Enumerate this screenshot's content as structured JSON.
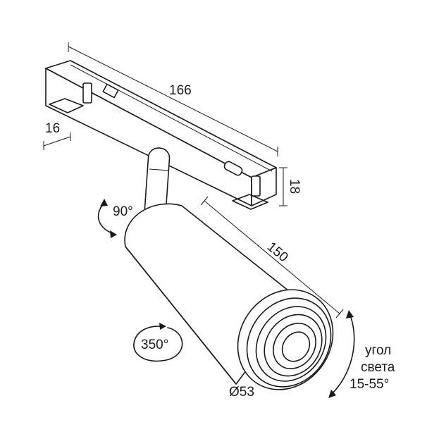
{
  "dimensions": {
    "length": "166",
    "width": "16",
    "height": "18",
    "body_length": "150",
    "diameter": "Ø53"
  },
  "rotation": {
    "tilt": "90°",
    "swivel": "350°"
  },
  "beam_angle": {
    "line1": "угол",
    "line2": "света",
    "line3": "15-55°"
  }
}
